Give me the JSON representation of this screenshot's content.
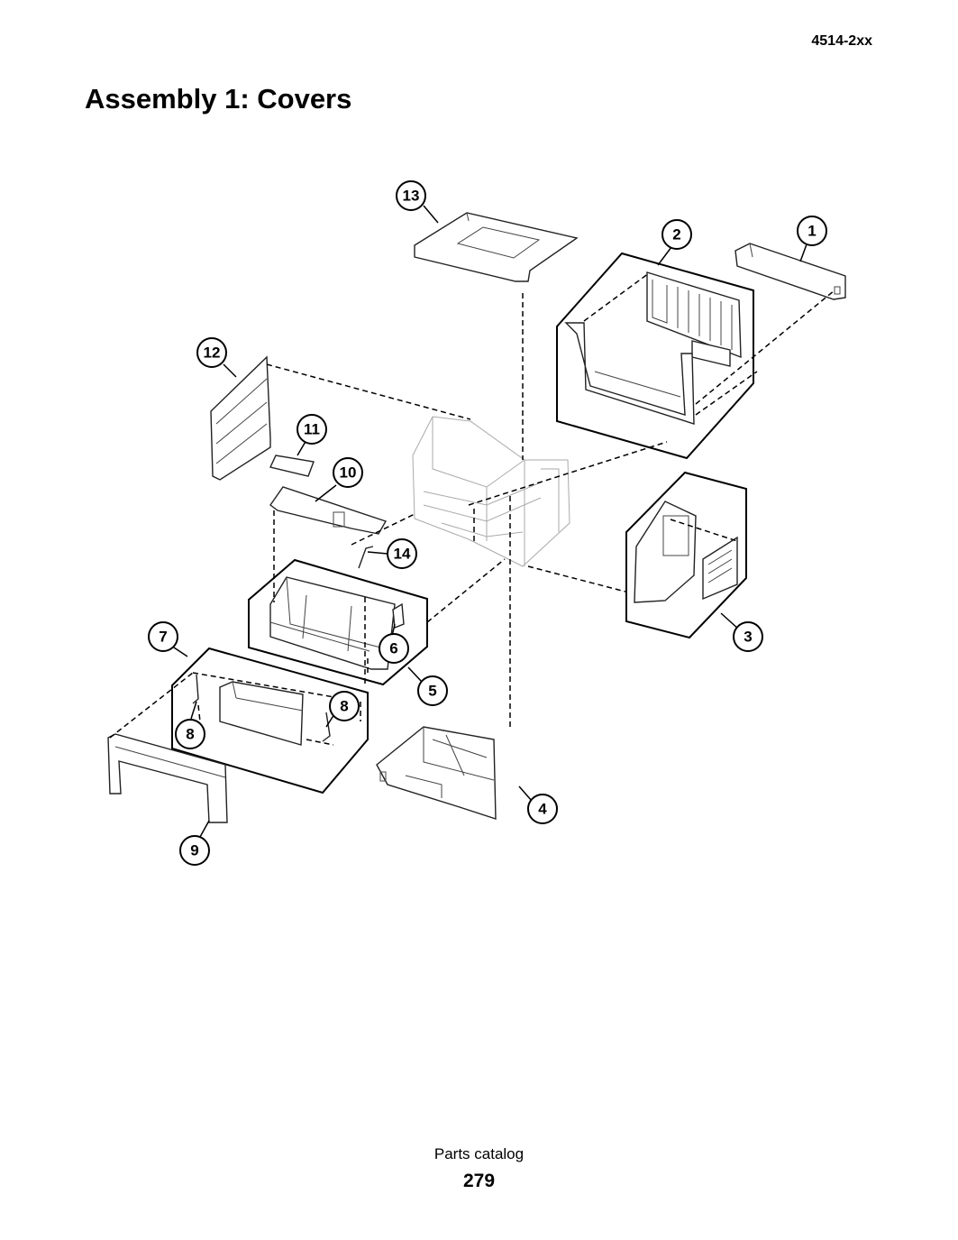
{
  "header": {
    "model": "4514-2xx"
  },
  "page": {
    "title": "Assembly 1: Covers"
  },
  "callouts": [
    "1",
    "2",
    "3",
    "4",
    "5",
    "6",
    "7",
    "8",
    "8",
    "9",
    "10",
    "11",
    "12",
    "13",
    "14"
  ],
  "footer": {
    "section": "Parts catalog",
    "page_number": "279"
  }
}
